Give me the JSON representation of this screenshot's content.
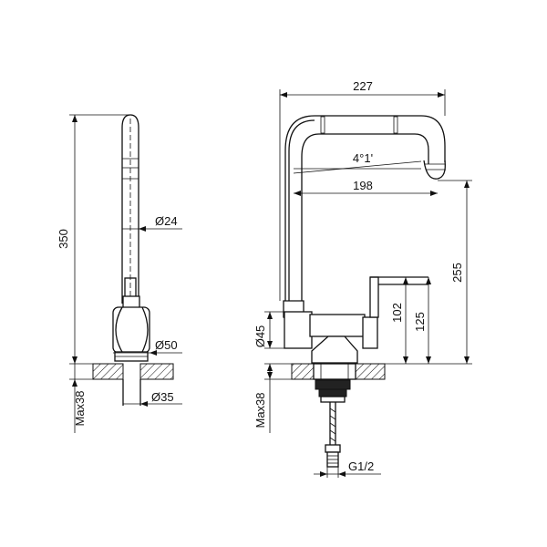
{
  "dimensions": {
    "side_height": "350",
    "side_spout_dia": "Ø24",
    "side_body_dia": "Ø50",
    "side_hole_dia": "Ø35",
    "side_max_thickness": "Max38",
    "front_width": "227",
    "front_angle": "4°1'",
    "front_reach": "198",
    "front_spout_height": "255",
    "front_lever_height": "102",
    "front_lever_total": "125",
    "front_body_dia": "Ø45",
    "front_max_thickness": "Max38",
    "front_thread": "G1/2"
  }
}
